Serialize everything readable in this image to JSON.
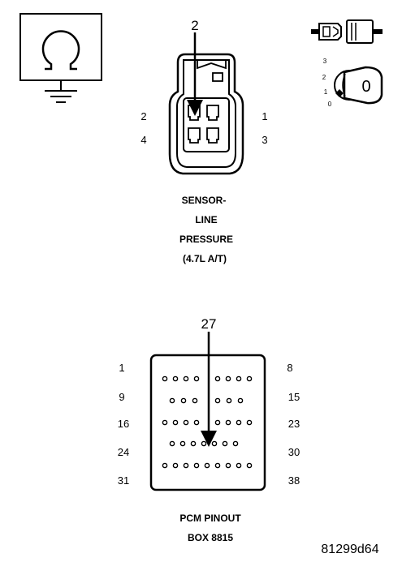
{
  "ohmmeter_icon": {
    "icon": "ohmmeter-ground-symbol-icon"
  },
  "key_icon": {
    "icon": "ignition-key-off-icon",
    "position_labels": [
      "3",
      "2",
      "1",
      "0"
    ],
    "key_label": "0"
  },
  "sensor_connector": {
    "probe_label": "2",
    "pin_labels": {
      "top_left": "2",
      "top_right": "1",
      "bottom_left": "4",
      "bottom_right": "3"
    },
    "caption_lines": [
      "SENSOR-",
      "LINE",
      "PRESSURE",
      "(4.7L A/T)"
    ]
  },
  "pcm_connector": {
    "probe_label": "27",
    "row_labels_left": [
      "1",
      "9",
      "16",
      "24",
      "31"
    ],
    "row_labels_right": [
      "8",
      "15",
      "23",
      "30",
      "38"
    ],
    "caption_lines": [
      "PCM PINOUT",
      "BOX 8815"
    ]
  },
  "figure_id": "81299d64"
}
